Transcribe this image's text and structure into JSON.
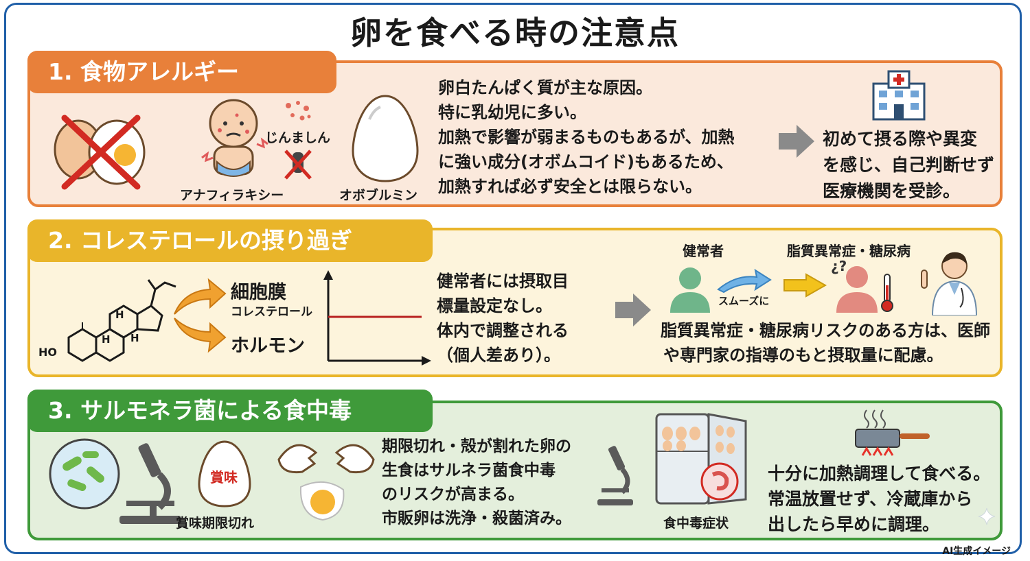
{
  "title": "卵を食べる時の注意点",
  "section1": {
    "heading": "1. 食物アレルギー",
    "rash_label": "じんましん",
    "anaphylaxis_label": "アナフィラキシー",
    "egg_label": "オボブルミン",
    "body": [
      "卵白たんぱく質が主な原因。",
      "特に乳幼児に多い。",
      "加熱で影響が弱まるものもあるが、加熱",
      "に強い成分(オボムコイド)もあるため、",
      "加熱すれば必ず安全とは限らない。"
    ],
    "advice": [
      "初めて摂る際や異変",
      "を感じ、自己判断せず",
      "医療機関を受診。"
    ]
  },
  "section2": {
    "heading": "2. コレステロールの摂り過ぎ",
    "arrow1_label": "細胞膜",
    "arrow1_sub": "コレステロール",
    "arrow2_label": "ホルモン",
    "molecule_ho": "HO",
    "molecule_h": "H",
    "body": [
      "健常者には摂取目",
      "標量設定なし。",
      "体内で調整される",
      "（個人差あり）。"
    ],
    "healthy_label": "健常者",
    "condition_label": "脂質異常症・糖尿病",
    "smooth_label": "スムーズに",
    "question_marks": "¿?",
    "advice": [
      "脂質異常症・糖尿病リスクのある方は、医師",
      "や専門家の指導のもと摂取量に配慮。"
    ]
  },
  "section3": {
    "heading": "3. サルモネラ菌による食中毒",
    "stamp": "賞味",
    "expired_label": "賞味期限切れ",
    "body": [
      "期限切れ・殻が割れた卵の",
      "生食はサルネラ菌食中毒",
      "のリスクが高まる。",
      "市販卵は洗浄・殺菌済み。"
    ],
    "symptom_label": "食中毒症状",
    "advice": [
      "十分に加熱調理して食べる。",
      "常温放置せず、冷蔵庫から",
      "出したら早めに調理。"
    ]
  },
  "footer": "AI生成イメージ"
}
